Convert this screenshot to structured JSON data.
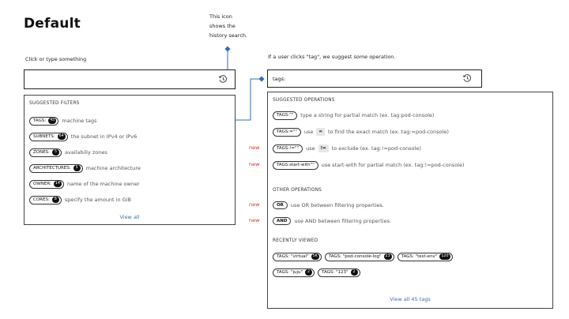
{
  "title": "Default",
  "annotation": [
    "This icon",
    "shows the",
    "history search."
  ],
  "left": {
    "hint": "Click or type something",
    "search_value": "",
    "panel_heading": "SUGGESTED FILTERS",
    "filters": [
      {
        "label": "TAGS:",
        "count": "45",
        "desc": "machine tags"
      },
      {
        "label": "SUBNETS:",
        "count": "64",
        "desc": "the subnet in IPv4 or IPv6"
      },
      {
        "label": "ZONES:",
        "count": "5",
        "desc": "availabiliy zones"
      },
      {
        "label": "ARCHITECTURES:",
        "count": "5",
        "desc": "machine architecture"
      },
      {
        "label": "OWNER:",
        "count": "14",
        "desc": "name of the machine owner"
      },
      {
        "label": "CORES:",
        "count": "8",
        "desc": "specify the amount in GiB"
      }
    ],
    "view_all": "View all"
  },
  "right": {
    "hint": "If a user clicks \"tag\", we suggest some operation.",
    "search_value": "tags:",
    "ops_heading": "SUGGESTED OPERATIONS",
    "ops": [
      {
        "chip": "TAGS:\"\"",
        "pre": "type a string for partial match (ex. tag:pod-console)",
        "key": "",
        "post": ""
      },
      {
        "chip": "TAGS:=\"\"",
        "pre": "use",
        "key": "=",
        "post": "to find the exact match (ex. tag:=pod-console)"
      },
      {
        "chip": "TAGS:!=\"\"",
        "pre": "use",
        "key": "!=",
        "post": "to exclude (ex. tag:!=pod-console)"
      },
      {
        "chip": "TAGS:start-with\"\"",
        "pre": "use start-with for partial match (ex. tag:!=pod-console)",
        "key": "",
        "post": ""
      }
    ],
    "other_heading": "OTHER OPERATIONS",
    "other_ops": [
      {
        "pill": "OR",
        "desc": "use OR between filtering properties."
      },
      {
        "pill": "AND",
        "desc": "use AND between filtering properties."
      }
    ],
    "recent_heading": "RECENTLY VIEWED",
    "recent_row1": [
      {
        "label": "TAGS: \"virtual\"",
        "count": "5K"
      },
      {
        "label": "TAGS: \"pod-console-log\"",
        "count": "23"
      },
      {
        "label": "TAGS: \"test-env\"",
        "count": "120"
      }
    ],
    "recent_row2": [
      {
        "label": "TAGS: \"juju\"",
        "count": "2"
      },
      {
        "label": "TAGS: \"123\"",
        "count": "2"
      }
    ],
    "view_all": "View all 45 tags"
  },
  "new_label": "new",
  "colors": {
    "connector": "#2f6eb5",
    "link": "#3a6fb0",
    "new": "#d32f2f"
  },
  "icons": {
    "history": "history-clock-icon",
    "connector_dot": "diamond-icon"
  }
}
